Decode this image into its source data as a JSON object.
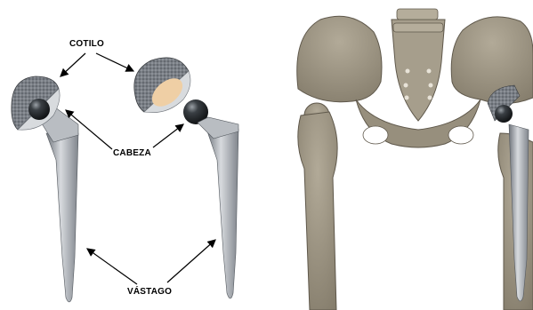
{
  "labels": {
    "cotilo": "COTILO",
    "cabeza": "CABEZA",
    "vastago": "VÁSTAGO"
  },
  "colors": {
    "background": "#ffffff",
    "bone": "#9a9281",
    "bone_dark": "#6e6759",
    "metal": "#b8bcc2",
    "metal_dark": "#6f747b",
    "head": "#202428",
    "liner": "#e9c9a0"
  }
}
